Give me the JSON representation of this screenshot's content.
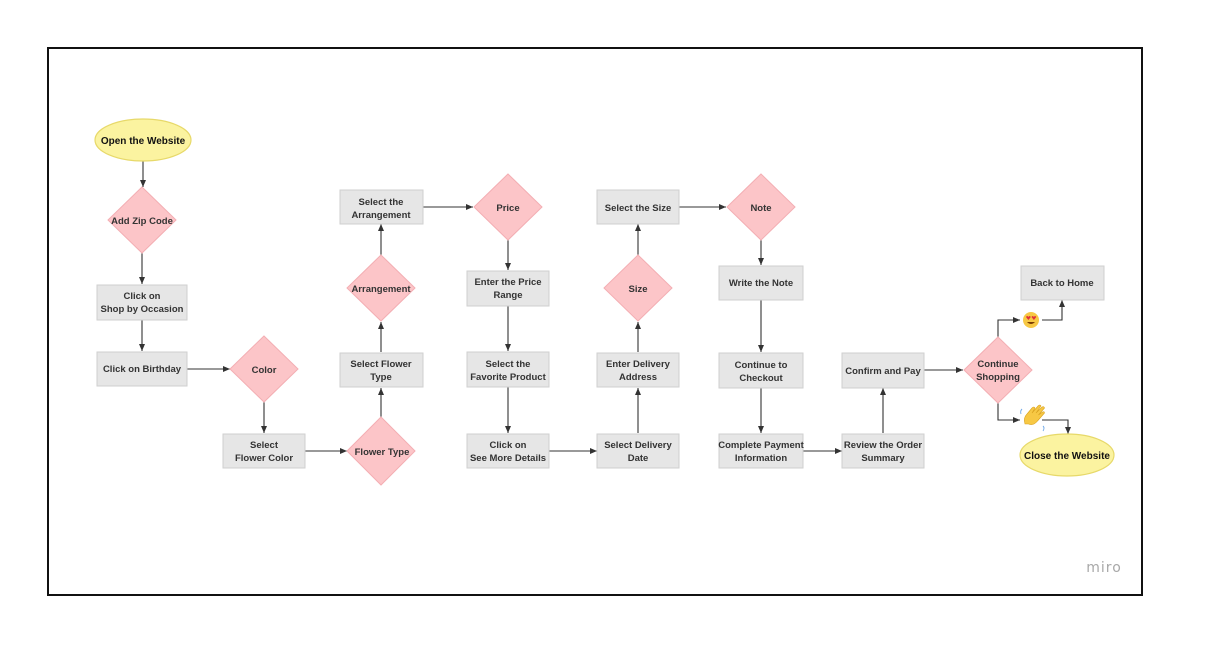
{
  "nodes": {
    "open_website": "Open the Website",
    "add_zip": "Add Zip Code",
    "shop_by_occasion": [
      "Click on",
      "Shop by Occasion"
    ],
    "click_birthday": "Click on Birthday",
    "color": "Color",
    "select_flower_color": [
      "Select",
      "Flower Color"
    ],
    "flower_type": "Flower Type",
    "select_flower_type": [
      "Select Flower",
      "Type"
    ],
    "arrangement": "Arrangement",
    "select_arrangement": [
      "Select the",
      "Arrangement"
    ],
    "price": "Price",
    "enter_price_range": [
      "Enter the Price",
      "Range"
    ],
    "select_favorite": [
      "Select the",
      "Favorite Product"
    ],
    "see_more_details": [
      "Click on",
      "See More Details"
    ],
    "select_delivery_date": [
      "Select Delivery",
      "Date"
    ],
    "enter_delivery_address": [
      "Enter Delivery",
      "Address"
    ],
    "size": "Size",
    "select_size": "Select the Size",
    "note": "Note",
    "write_note": "Write the Note",
    "continue_checkout": [
      "Continue to",
      "Checkout"
    ],
    "complete_payment": [
      "Complete Payment",
      "Information"
    ],
    "review_order": [
      "Review the Order",
      "Summary"
    ],
    "confirm_pay": "Confirm and Pay",
    "continue_shopping": [
      "Continue",
      "Shopping"
    ],
    "back_home": "Back to Home",
    "close_website": "Close the Website"
  },
  "icons": {
    "branch_yes": "heart-eyes-emoji-icon",
    "branch_no": "waving-hand-emoji-icon"
  },
  "colors": {
    "process_fill": "#e6e6e6",
    "decision_fill": "#fcc5c8",
    "terminal_fill": "#fbf3a0"
  },
  "watermark": "miro"
}
